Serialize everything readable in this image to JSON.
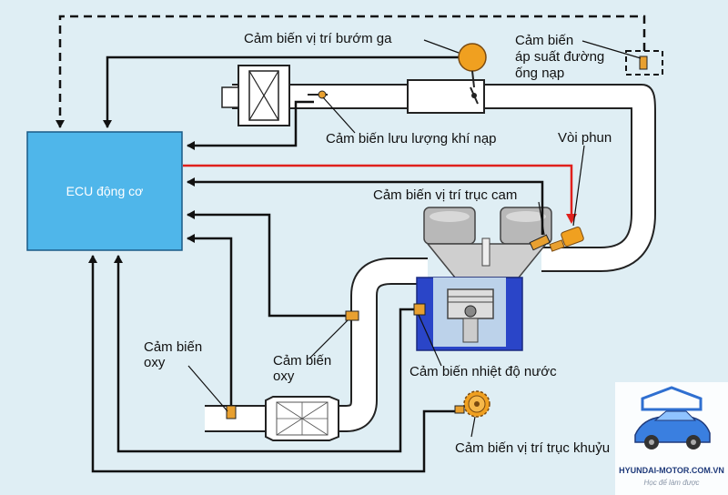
{
  "ecu": {
    "label": "ECU động cơ",
    "fill": "#4fb6ea"
  },
  "sensors": {
    "throttle_position": "Cảm biến vị trí bướm ga",
    "manifold_pressure": [
      "Cảm biến",
      "áp suất đường",
      "ống nạp"
    ],
    "air_flow": "Cảm biến lưu lượng khí nạp",
    "injector": "Vòi phun",
    "camshaft_position": "Cảm biến vị trí trục cam",
    "oxy_left": [
      "Cảm biến",
      "oxy"
    ],
    "oxy_right": [
      "Cảm biến",
      "oxy"
    ],
    "coolant_temp": "Cảm biến nhiệt độ nước",
    "crankshaft_position": "Cảm biến vị trí trục khuỷu"
  },
  "watermark": {
    "site": "HYUNDAI-MOTOR.COM.VN",
    "slogan": "Học để làm được"
  },
  "colors": {
    "signal_line": "#111111",
    "injector_line": "#e0201c",
    "pipe_fill": "#ffffff",
    "pipe_stroke": "#222222",
    "coolant": "#2a45c8",
    "sensor": "#e8a030"
  }
}
